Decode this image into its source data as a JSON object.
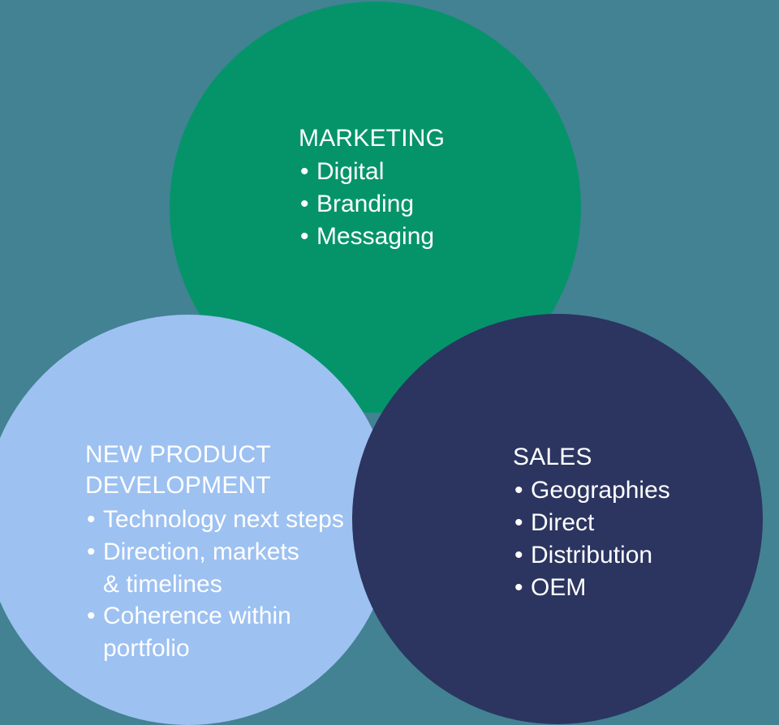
{
  "diagram": {
    "type": "three-circle-cluster",
    "background_color": "#428293",
    "groups": [
      {
        "id": "marketing",
        "heading": "MARKETING",
        "color": "#059469",
        "text_color": "#ffffff",
        "bullet_glyph": "•",
        "items": [
          "Digital",
          "Branding",
          "Messaging"
        ]
      },
      {
        "id": "new-product-development",
        "heading": "NEW PRODUCT\nDEVELOPMENT",
        "color": "#9dc1f1",
        "text_color": "#ffffff",
        "bullet_glyph": "•",
        "items": [
          "Technology next steps",
          "Direction, markets\n& timelines",
          "Coherence within\nportfolio"
        ]
      },
      {
        "id": "sales",
        "heading": "SALES",
        "color": "#2b3560",
        "text_color": "#ffffff",
        "bullet_glyph": "•",
        "items": [
          "Geographies",
          "Direct",
          "Distribution",
          "OEM"
        ]
      }
    ]
  }
}
